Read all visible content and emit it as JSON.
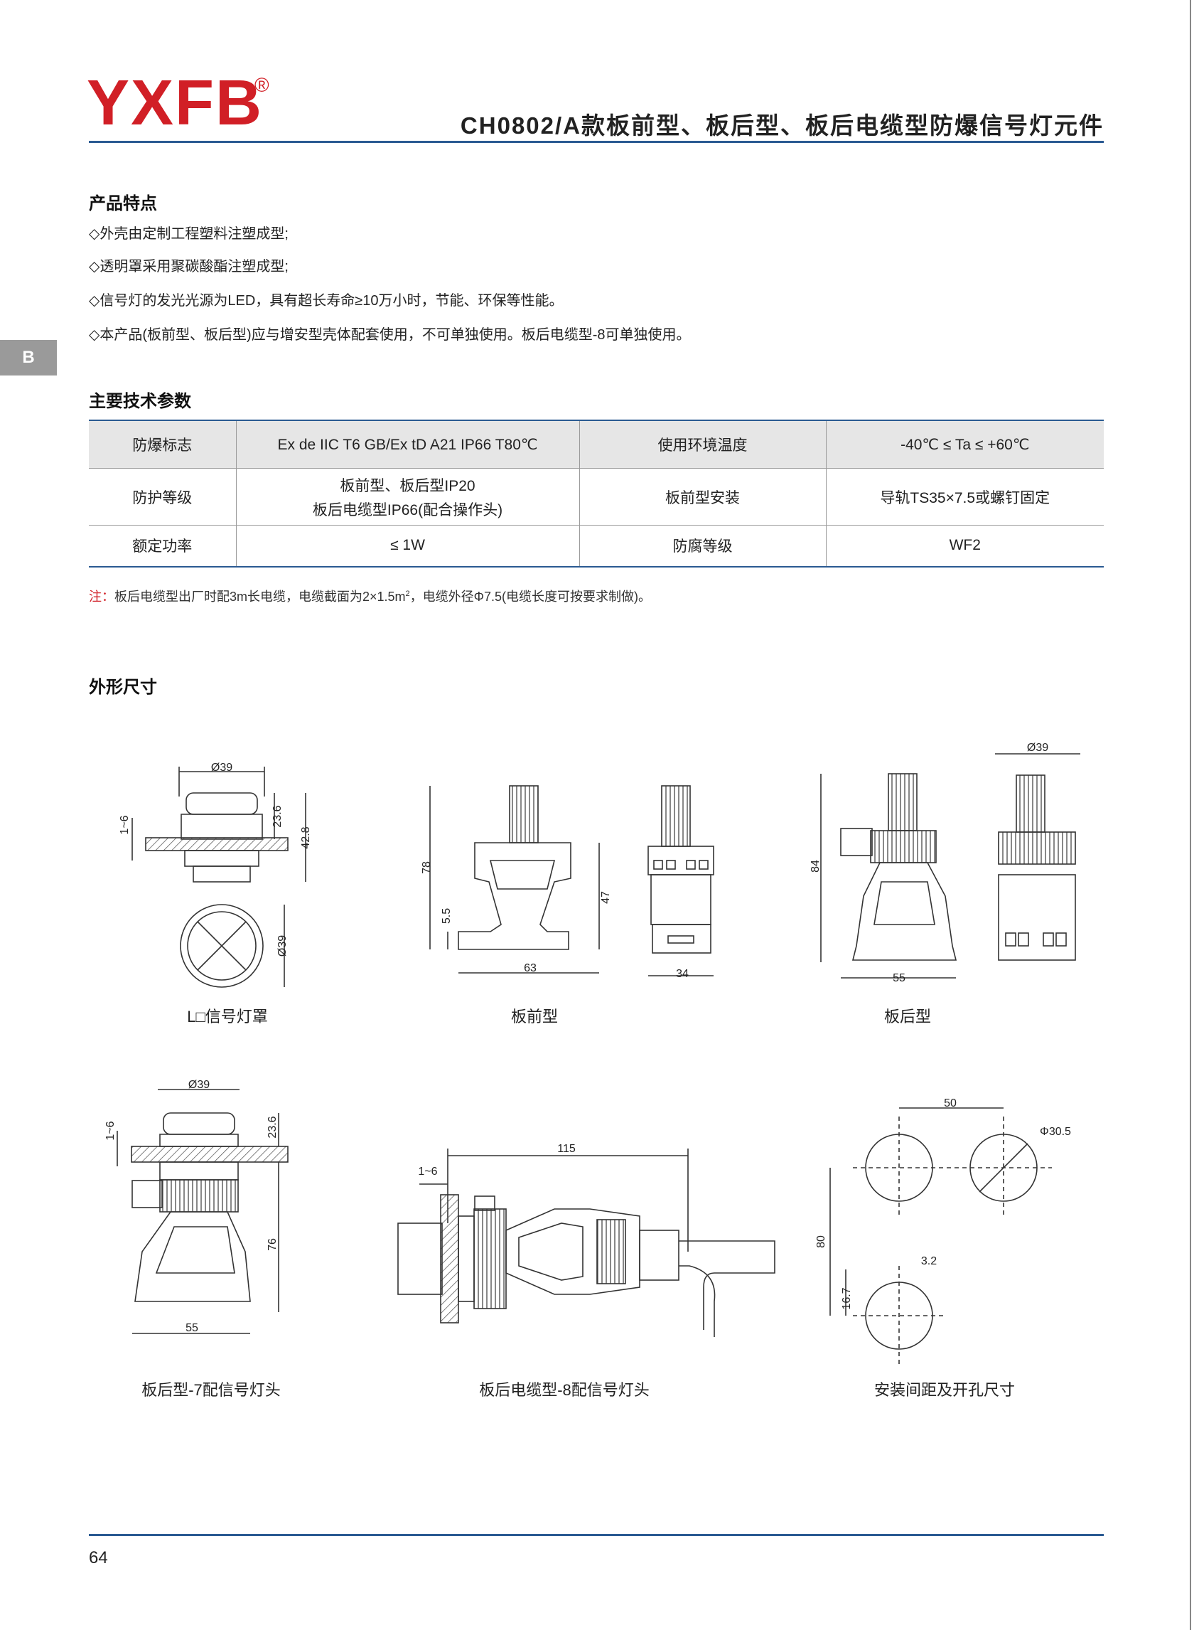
{
  "brand": {
    "logo_text": "YXFB",
    "registered_mark": "®",
    "brand_color": "#d11f26"
  },
  "header": {
    "title": "CH0802/A款板前型、板后型、板后电缆型防爆信号灯元件",
    "rule_color": "#2a5a92"
  },
  "side_tab": {
    "label": "B"
  },
  "features": {
    "heading": "产品特点",
    "items": [
      "◇外壳由定制工程塑料注塑成型;",
      "◇透明罩采用聚碳酸酯注塑成型;",
      "◇信号灯的发光光源为LED，具有超长寿命≥10万小时，节能、环保等性能。",
      "◇本产品(板前型、板后型)应与增安型壳体配套使用，不可单独使用。板后电缆型-8可单独使用。"
    ]
  },
  "specs": {
    "heading": "主要技术参数",
    "rows": [
      [
        "防爆标志",
        "Ex de IIC T6 GB/Ex tD A21 IP66 T80℃",
        "使用环境温度",
        "-40℃ ≤ Ta ≤ +60℃"
      ],
      [
        "防护等级",
        "板前型、板后型IP20",
        "板前型安装",
        "导轨TS35×7.5或螺钉固定"
      ],
      [
        "额定功率",
        "≤ 1W",
        "防腐等级",
        "WF2"
      ]
    ],
    "protection_line2": "板后电缆型IP66(配合操作头)"
  },
  "note": {
    "prefix": "注：",
    "text_part1": "板后电缆型出厂时配3m长电缆，电缆截面为2×1.5m",
    "superscript": "2",
    "text_part2": "，电缆外径Φ7.5(电缆长度可按要求制做)。"
  },
  "dimensions_section": {
    "heading": "外形尺寸"
  },
  "drawings": {
    "lamp_cover": {
      "caption": "L□信号灯罩",
      "dims": [
        "Ø39",
        "1~6",
        "23.6",
        "42.8",
        "Ø39"
      ]
    },
    "front_panel": {
      "caption": "板前型",
      "dims": [
        "78",
        "5.5",
        "47",
        "63",
        "34"
      ]
    },
    "rear_panel": {
      "caption": "板后型",
      "dims": [
        "84",
        "55",
        "Ø39"
      ]
    },
    "rear_panel_7": {
      "caption": "板后型-7配信号灯头",
      "dims": [
        "Ø39",
        "1~6",
        "23.6",
        "76",
        "55"
      ]
    },
    "rear_cable_8": {
      "caption": "板后电缆型-8配信号灯头",
      "dims": [
        "115",
        "1~6"
      ]
    },
    "mounting": {
      "caption": "安装间距及开孔尺寸",
      "dims": [
        "50",
        "Φ30.5",
        "80",
        "3.2",
        "16.7"
      ]
    }
  },
  "footer": {
    "page_number": "64"
  }
}
